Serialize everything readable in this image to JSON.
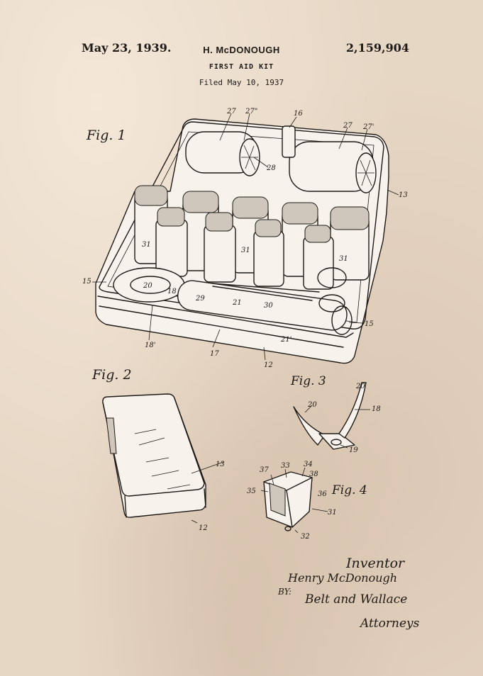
{
  "header": {
    "date": "May 23, 1939.",
    "inventor": "H. McDONOUGH",
    "patent_number": "2,159,904",
    "title": "FIRST AID KIT",
    "filed": "Filed May 10, 1937"
  },
  "figures": {
    "fig1": "Fig. 1",
    "fig2": "Fig. 2",
    "fig3": "Fig. 3",
    "fig4": "Fig. 4"
  },
  "reference_numerals": {
    "n27a": "27",
    "n27pp": "27\"",
    "n16": "16",
    "n27b": "27",
    "n27p": "27'",
    "n28": "28",
    "n13a": "13",
    "n31a": "31",
    "n31b": "31",
    "n31c": "31",
    "n15a": "15",
    "n20a": "20",
    "n18a": "18",
    "n29": "29",
    "n21": "21",
    "n30": "30",
    "n15b": "15",
    "n18p": "18'",
    "n17": "17",
    "n21p": "21'",
    "n12a": "12",
    "n13b": "13",
    "n12b": "12",
    "n20b": "20",
    "n20c": "20",
    "n18b": "18",
    "n19": "19",
    "n37": "37",
    "n33": "33",
    "n34": "34",
    "n38": "38",
    "n35": "35",
    "n36": "36",
    "n31d": "31",
    "n32": "32"
  },
  "signature": {
    "inventor_label": "Inventor",
    "inventor_signature": "Henry McDonough",
    "by_label": "BY:",
    "attorney_signature": "Belt and Wallace",
    "attorneys_label": "Attorneys"
  }
}
